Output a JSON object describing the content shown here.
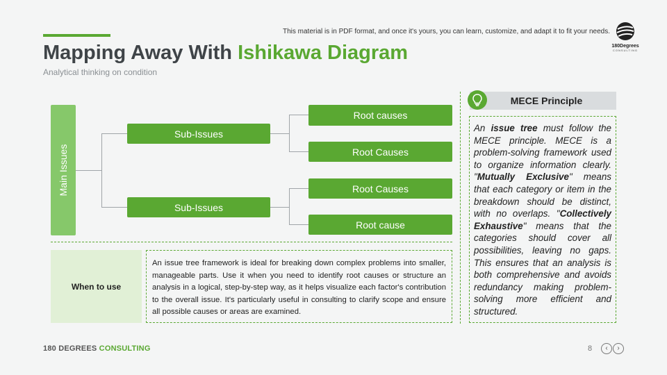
{
  "header": {
    "notice": "This material is in PDF format, and once it's yours, you can learn, customize, and adapt it to fit your needs.",
    "title_part1": "Mapping Away With ",
    "title_part2": "Ishikawa Diagram",
    "subtitle": "Analytical thinking on condition",
    "logo_text": "180Degrees",
    "logo_sub": "CONSULTING"
  },
  "diagram": {
    "main_label": "Main Issues",
    "sub_issues": [
      {
        "label": "Sub-Issues",
        "roots": [
          "Root causes",
          "Root Causes"
        ]
      },
      {
        "label": "Sub-Issues",
        "roots": [
          "Root Causes",
          "Root cause"
        ]
      }
    ]
  },
  "mece": {
    "title": "MECE Principle",
    "icon": "lightbulb-icon",
    "t1": "An ",
    "b1": "issue tree",
    "t2": " must follow the MECE principle. MECE is a problem-solving framework used to organize information clearly. \"",
    "b2": "Mutually Exclusive",
    "t3": "\" means that each category or item in the breakdown should be distinct, with no overlaps. \"",
    "b3": "Collectively Exhaustive",
    "t4": "\" means that the categories should cover all possibilities, leaving no gaps. This ensures that an analysis is both comprehensive and avoids redundancy making problem-solving more efficient and structured."
  },
  "when_to_use": {
    "label": "When to use",
    "description": "An issue tree framework is ideal for breaking down complex problems into smaller, manageable parts. Use it when you need to identify root causes or structure an analysis in a logical, step-by-step way, as it helps visualize each factor's contribution to the overall issue. It's particularly useful in consulting to clarify scope and ensure all possible causes or areas are examined."
  },
  "footer": {
    "brand_part1": "180 DEGREES ",
    "brand_part2": "CONSULTING",
    "page_number": "8",
    "prev_icon": "chevron-left-icon",
    "next_icon": "chevron-right-icon"
  },
  "colors": {
    "accent": "#5aa832",
    "main_box": "#86c86a",
    "when_bg": "#e1f0d6"
  }
}
